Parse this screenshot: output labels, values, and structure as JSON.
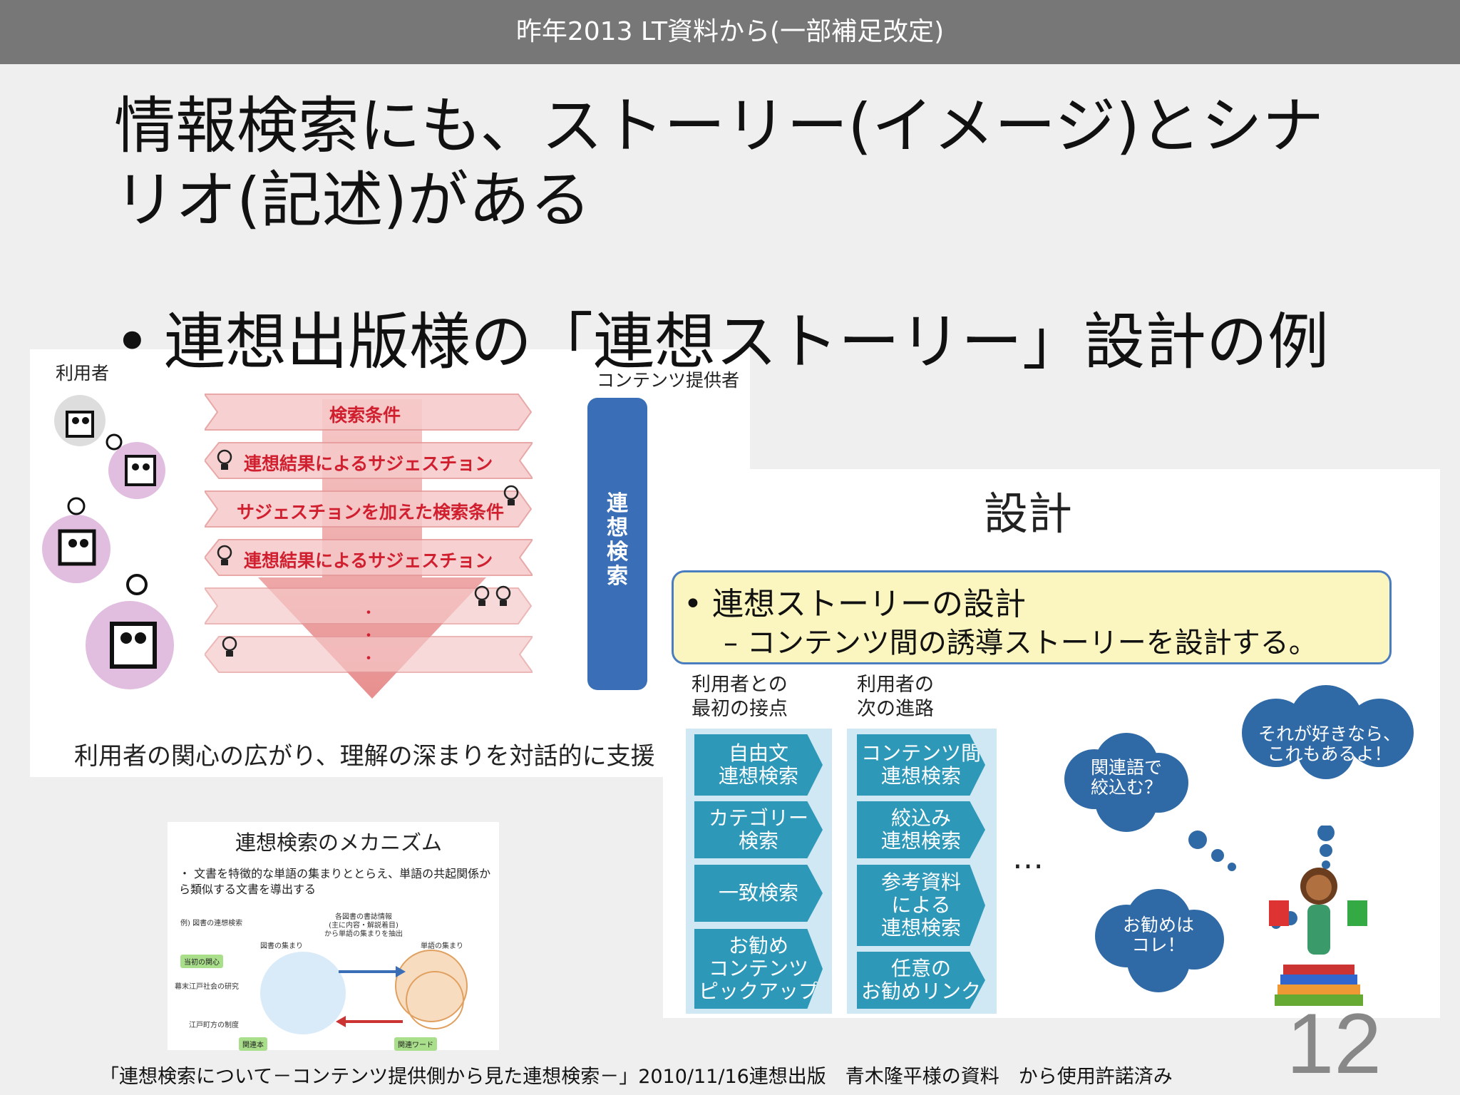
{
  "header": {
    "text": "昨年2013 LT資料から(一部補足改定)"
  },
  "title": "情報検索にも、ストーリー(イメージ)とシナリオ(記述)がある",
  "bullet": "連想出版様の「連想ストーリー」設計の例",
  "left_panel": {
    "user_label": "利用者",
    "provider_label": "コンテンツ提供者",
    "steps": [
      "検索条件",
      "連想結果によるサジェスチョン",
      "サジェスチョンを加えた検索条件",
      "連想結果によるサジェスチョン"
    ],
    "dots": "・\n・\n・",
    "vertical_label": "連想検索",
    "caption": "利用者の関心の広がり、理解の深まりを対話的に支援"
  },
  "right_panel": {
    "title": "設計",
    "box_line1": "• 連想ストーリーの設計",
    "box_line2": "– コンテンツ間の誘導ストーリーを設計する。",
    "col1_head": "利用者との\n最初の接点",
    "col2_head": "利用者の\n次の進路",
    "col1_items": [
      "自由文\n連想検索",
      "カテゴリー\n検索",
      "一致検索",
      "お勧め\nコンテンツ\nピックアップ"
    ],
    "col2_items": [
      "コンテンツ間\n連想検索",
      "絞込み\n連想検索",
      "参考資料\nによる\n連想検索",
      "任意の\nお勧めリンク"
    ],
    "ellipsis": "…",
    "clouds": [
      "関連語で\n絞込む？",
      "それが好きなら、\nこれもあるよ！",
      "お勧めは\nコレ！"
    ]
  },
  "inset": {
    "title": "連想検索のメカニズム",
    "text": "・ 文書を特徴的な単語の集まりととらえ、単語の共起関係から類似する文書を導出する",
    "labels": {
      "example": "例) 図書の連想検索",
      "info": "各図書の書誌情報\n(主に内容・解説着目)\nから単語の集まりを抽出",
      "books": "図書の集まり",
      "words": "単語の集まり",
      "first": "当初の関心",
      "t1": "幕末江戸社会の研究",
      "t2": "江戸町方の制度",
      "related_book": "関連本",
      "related_word": "関連ワード"
    }
  },
  "footer": "「連想検索について－コンテンツ提供側から見た連想検索－」2010/11/16連想出版　青木隆平様の資料　から使用許諾済み",
  "page_number": "12",
  "colors": {
    "topbar": "#777777",
    "accent_blue": "#3a6fb8",
    "teal": "#2e98b8",
    "cloud": "#2f6aa6",
    "red": "#d02030"
  }
}
